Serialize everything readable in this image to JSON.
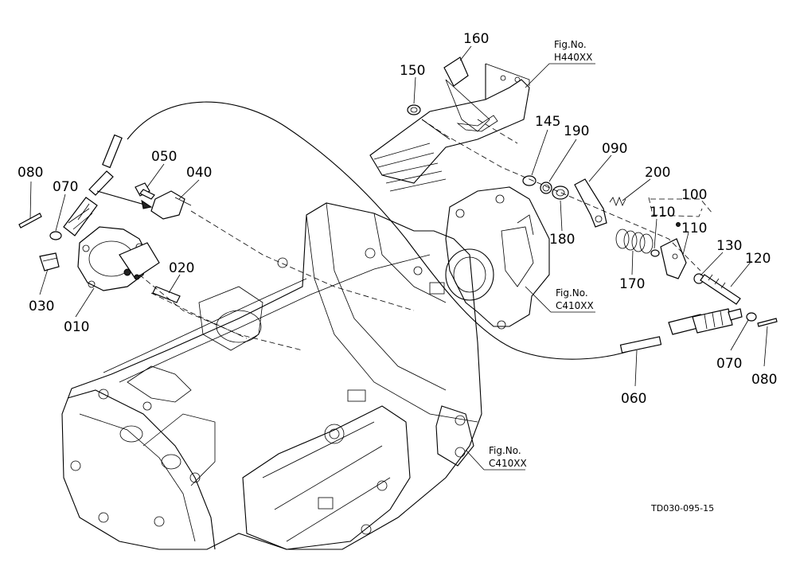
{
  "callouts": {
    "c160": "160",
    "c150": "150",
    "c145": "145",
    "c190": "190",
    "c090": "090",
    "c200": "200",
    "c100": "100",
    "c110a": "110",
    "c110b": "110",
    "c130": "130",
    "c120": "120",
    "c180": "180",
    "c170": "170",
    "c050": "050",
    "c040": "040",
    "c080a": "080",
    "c070a": "070",
    "c020": "020",
    "c030": "030",
    "c010": "010",
    "c070b": "070",
    "c080b": "080",
    "c060": "060"
  },
  "figrefs": {
    "top_label": "Fig.No.",
    "top_code": "H440XX",
    "mid_label": "Fig.No.",
    "mid_code": "C410XX",
    "bot_label": "Fig.No.",
    "bot_code": "C410XX"
  },
  "drawing_code": "TD030-095-15"
}
